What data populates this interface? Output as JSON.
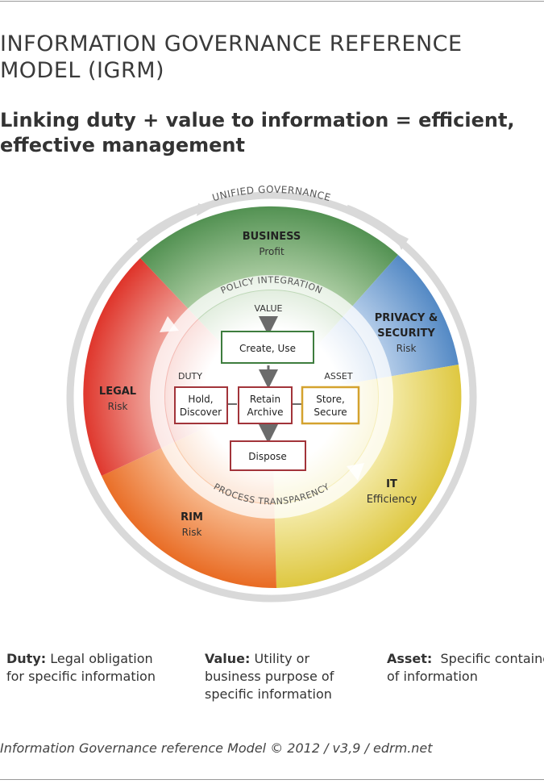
{
  "header": {
    "title": "INFORMATION GOVERNANCE REFERENCE MODEL (IGRM)",
    "subtitle": "Linking duty + value to information = efficient, effective management"
  },
  "diagram": {
    "outer_ring_label": "UNIFIED GOVERNANCE",
    "inner_top_label": "POLICY INTEGRATION",
    "inner_bottom_label": "PROCESS TRANSPARENCY",
    "sectors": [
      {
        "name": "BUSINESS",
        "sub": "Profit",
        "color": "#4f8f4f"
      },
      {
        "name": "PRIVACY & SECURITY",
        "name_line1": "PRIVACY &",
        "name_line2": "SECURITY",
        "sub": "Risk",
        "color": "#5b8ec8"
      },
      {
        "name": "IT",
        "sub": "Efficiency",
        "color": "#e3cf4a"
      },
      {
        "name": "RIM",
        "sub": "Risk",
        "color": "#e9752a"
      },
      {
        "name": "LEGAL",
        "sub": "Risk",
        "color": "#e03a2e"
      }
    ],
    "labels": {
      "value": "VALUE",
      "duty": "DUTY",
      "asset": "ASSET"
    },
    "boxes": {
      "create": "Create, Use",
      "hold_1": "Hold,",
      "hold_2": "Discover",
      "retain_1": "Retain",
      "retain_2": "Archive",
      "store_1": "Store,",
      "store_2": "Secure",
      "dispose": "Dispose"
    },
    "colors": {
      "box_green": "#3e7d3e",
      "box_red": "#a2343a",
      "box_gold": "#d4a22e"
    }
  },
  "legend": {
    "duty_term": "Duty:",
    "duty_line1": " Legal obligation",
    "duty_line2": "for specific information",
    "value_term": "Value:",
    "value_line1": " Utility or",
    "value_line2": "business purpose of",
    "value_line3": "specific information",
    "asset_term": "Asset:",
    "asset_line1": "  Specific container",
    "asset_line2": "of information"
  },
  "footer": "Information Governance reference Model © 2012 / v3,9 / edrm.net"
}
